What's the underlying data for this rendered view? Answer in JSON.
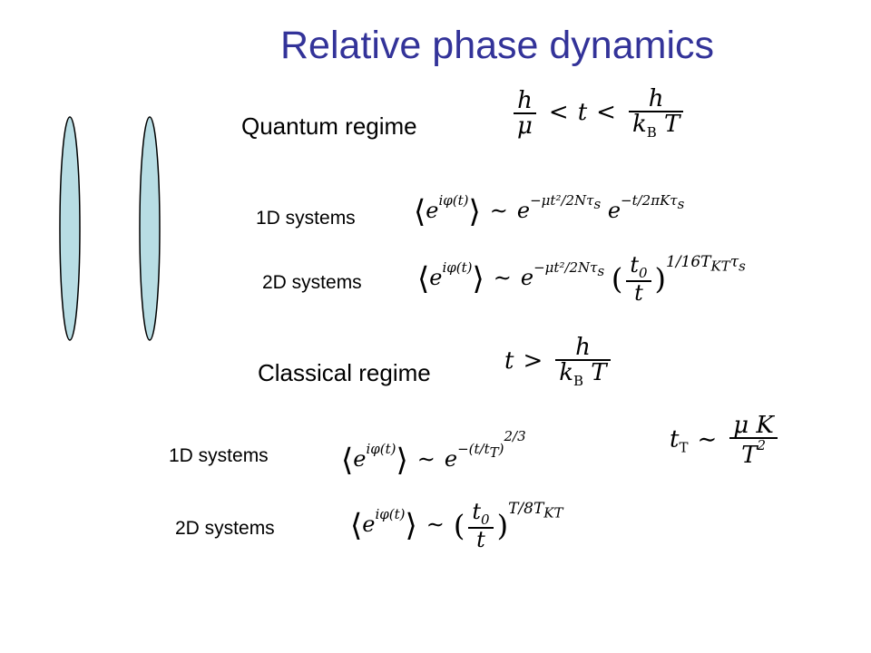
{
  "slide": {
    "title": "Relative phase dynamics",
    "quantum": {
      "label": "Quantum regime",
      "d1_label": "1D systems",
      "d2_label": "2D systems"
    },
    "classical": {
      "label": "Classical regime",
      "d1_label": "1D systems",
      "d2_label": "2D systems"
    },
    "ellipse_fill": "#b8dde4",
    "title_color": "#333399"
  }
}
